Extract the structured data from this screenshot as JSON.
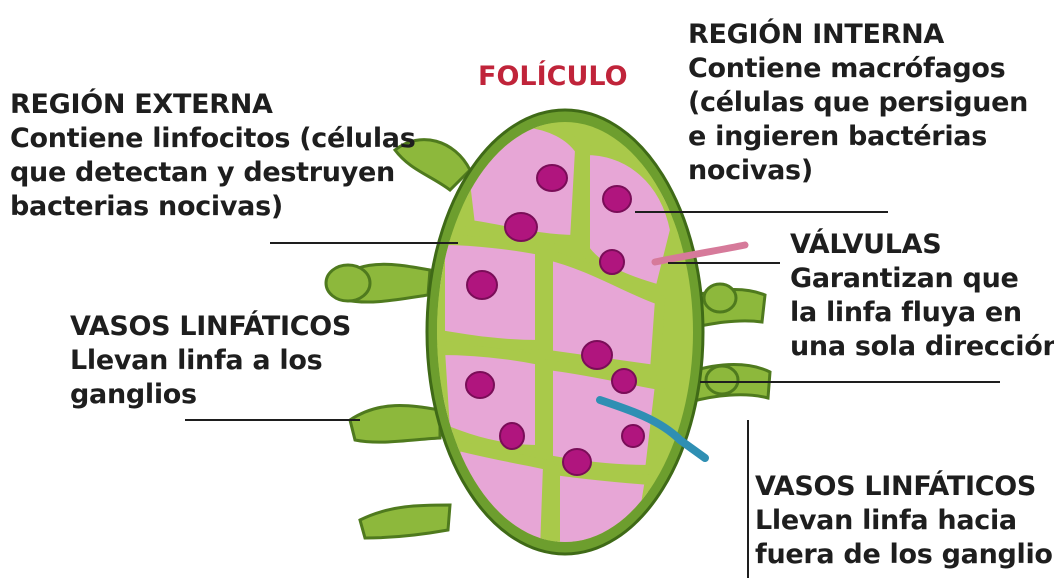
{
  "colors": {
    "text": "#1e1e1e",
    "follicle": "#c0243a",
    "capsule": "#6d9e2e",
    "tissue_green": "#a9c94a",
    "pink": "#e7a6d6",
    "nucleus": "#b0157e",
    "valve_pink": "#d67a9a",
    "vessel_blue": "#2f8fb3"
  },
  "labels": {
    "follicle": "FOLÍCULO",
    "external": {
      "title": "REGIÓN EXTERNA",
      "lines": [
        "Contiene linfocitos (células",
        "que detectan y destruyen",
        "bacterias nocivas)"
      ]
    },
    "internal": {
      "title": "REGIÓN INTERNA",
      "lines": [
        "Contiene macrófagos",
        "(células que persiguen",
        "e ingieren bactérias",
        "nocivas)"
      ]
    },
    "valves": {
      "title": "VÁLVULAS",
      "lines": [
        "Garantizan que",
        "la linfa fluya en",
        "una sola dirección."
      ]
    },
    "afferent": {
      "title": "VASOS LINFÁTICOS",
      "lines": [
        "Llevan linfa a los",
        "ganglios"
      ]
    },
    "efferent": {
      "title": "VASOS LINFÁTICOS",
      "lines": [
        "Llevan linfa hacia",
        "fuera de los ganglios"
      ]
    }
  }
}
